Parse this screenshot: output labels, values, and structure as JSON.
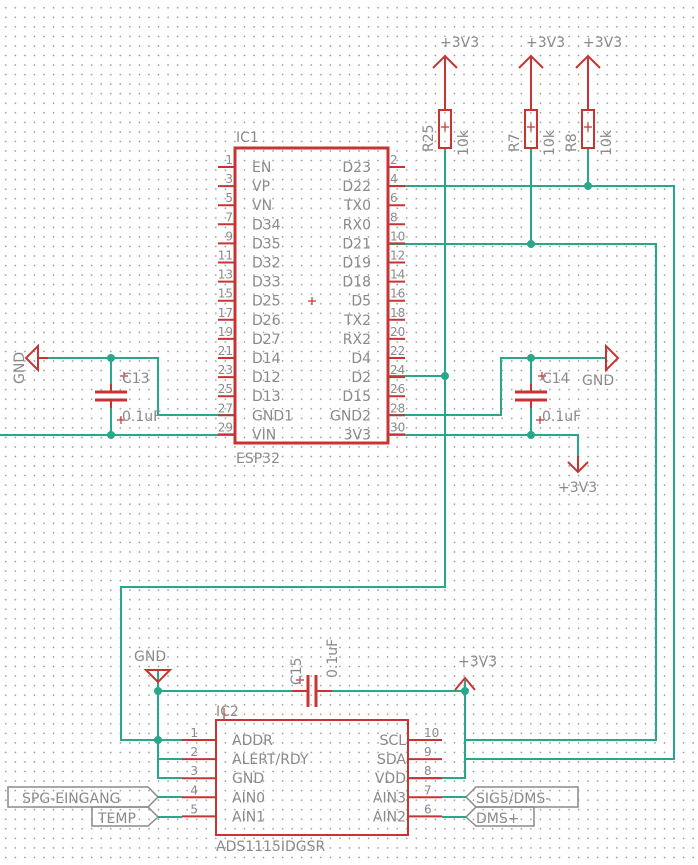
{
  "ic1": {
    "name": "IC1",
    "value": "ESP32",
    "left_pins": [
      {
        "num": "1",
        "name": "EN"
      },
      {
        "num": "3",
        "name": "VP"
      },
      {
        "num": "5",
        "name": "VN"
      },
      {
        "num": "7",
        "name": "D34"
      },
      {
        "num": "9",
        "name": "D35"
      },
      {
        "num": "11",
        "name": "D32"
      },
      {
        "num": "13",
        "name": "D33"
      },
      {
        "num": "15",
        "name": "D25"
      },
      {
        "num": "17",
        "name": "D26"
      },
      {
        "num": "19",
        "name": "D27"
      },
      {
        "num": "21",
        "name": "D14"
      },
      {
        "num": "23",
        "name": "D12"
      },
      {
        "num": "25",
        "name": "D13"
      },
      {
        "num": "27",
        "name": "GND1"
      },
      {
        "num": "29",
        "name": "VIN"
      }
    ],
    "right_pins": [
      {
        "num": "2",
        "name": "D23"
      },
      {
        "num": "4",
        "name": "D22"
      },
      {
        "num": "6",
        "name": "TX0"
      },
      {
        "num": "8",
        "name": "RX0"
      },
      {
        "num": "10",
        "name": "D21"
      },
      {
        "num": "12",
        "name": "D19"
      },
      {
        "num": "14",
        "name": "D18"
      },
      {
        "num": "16",
        "name": "D5"
      },
      {
        "num": "18",
        "name": "TX2"
      },
      {
        "num": "20",
        "name": "RX2"
      },
      {
        "num": "22",
        "name": "D4"
      },
      {
        "num": "24",
        "name": "D2"
      },
      {
        "num": "26",
        "name": "D15"
      },
      {
        "num": "28",
        "name": "GND2"
      },
      {
        "num": "30",
        "name": "3V3"
      }
    ]
  },
  "ic2": {
    "name": "IC2",
    "value": "ADS1115IDGSR",
    "left_pins": [
      {
        "num": "1",
        "name": "ADDR"
      },
      {
        "num": "2",
        "name": "ALERT/RDY"
      },
      {
        "num": "3",
        "name": "GND"
      },
      {
        "num": "4",
        "name": "AIN0"
      },
      {
        "num": "5",
        "name": "AIN1"
      }
    ],
    "right_pins": [
      {
        "num": "10",
        "name": "SCL"
      },
      {
        "num": "9",
        "name": "SDA"
      },
      {
        "num": "8",
        "name": "VDD"
      },
      {
        "num": "7",
        "name": "AIN3"
      },
      {
        "num": "6",
        "name": "AIN2"
      }
    ]
  },
  "resistors": [
    {
      "name": "R25",
      "value": "10k"
    },
    {
      "name": "R7",
      "value": "10k"
    },
    {
      "name": "R8",
      "value": "10k"
    }
  ],
  "capacitors": {
    "c13": {
      "name": "C13",
      "value": "0.1uF"
    },
    "c14": {
      "name": "C14",
      "value": "0.1uF"
    },
    "c15": {
      "name": "C15",
      "value": "0.1uF"
    }
  },
  "supplies": {
    "v3": "+3V3",
    "gnd": "GND"
  },
  "net_labels": {
    "spg": "SPG-EINGANG",
    "temp": "TEMP",
    "sig5": "SIG5/DMS-",
    "dms": "DMS+"
  },
  "colors": {
    "symbol": "#c83434",
    "wire": "#2aa68a",
    "text": "#8a8a8a"
  }
}
